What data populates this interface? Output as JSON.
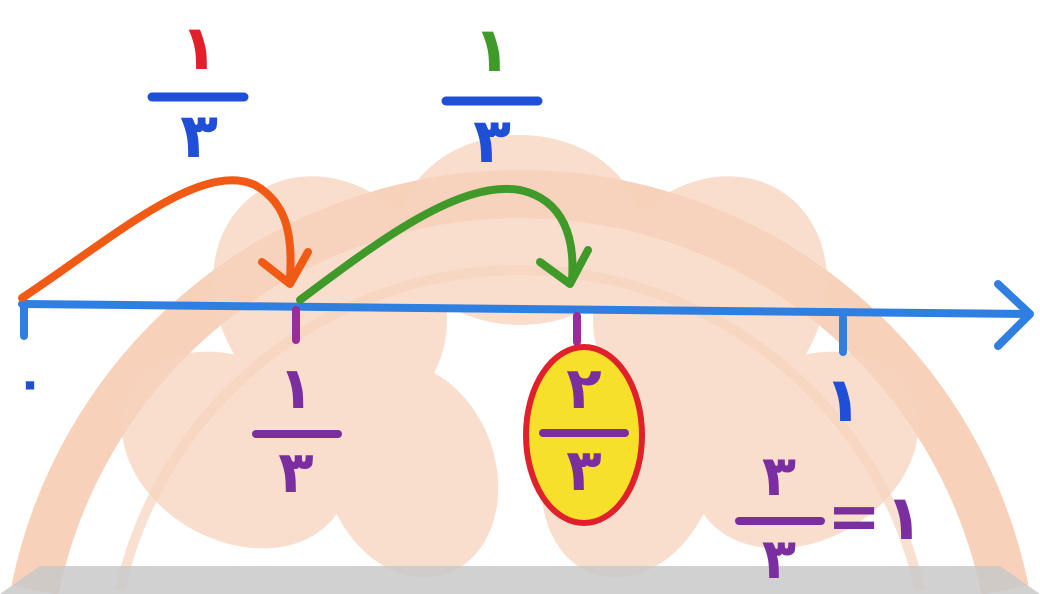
{
  "colors": {
    "axis": "#2f7fe0",
    "tick_mid": "#9b2d9b",
    "tick_end": "#2f7fe0",
    "jump1": "#f05a14",
    "jump2": "#3f9a2a",
    "fraction_blue": "#1f4fd6",
    "fraction_red": "#e0202a",
    "fraction_green": "#3f9a2a",
    "fraction_purple": "#7b2ea0",
    "highlight_fill": "#f7e02a",
    "highlight_stroke": "#e0202a",
    "watermark": "#f6c9ad",
    "watermark_grey": "#c9c9c9"
  },
  "axis": {
    "zero_label": "٠"
  },
  "jumps": [
    {
      "numerator": "١",
      "denominator": "٣"
    },
    {
      "numerator": "١",
      "denominator": "٣"
    }
  ],
  "ticks": [
    {
      "numerator": "١",
      "denominator": "٣"
    },
    {
      "numerator": "٢",
      "denominator": "٣",
      "highlighted": true
    },
    {
      "label_top": "١",
      "numerator": "٣",
      "denominator": "٣",
      "equals": "=",
      "equals_value": "١"
    }
  ]
}
